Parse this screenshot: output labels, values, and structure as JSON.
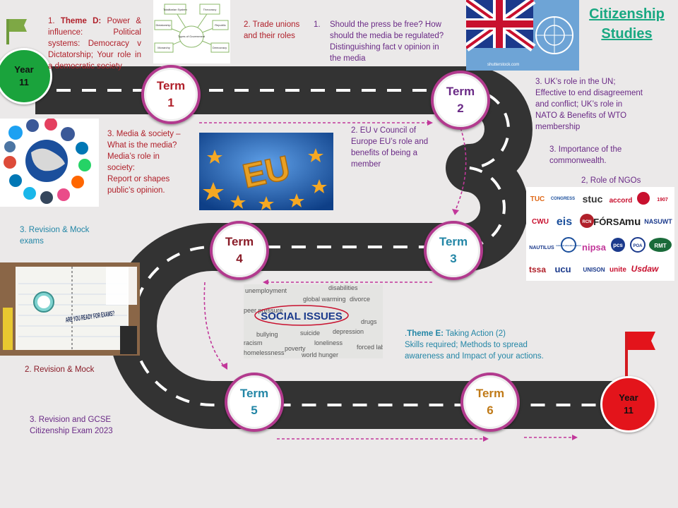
{
  "title_line1": "Citizenship",
  "title_line2": "Studies",
  "year_start": {
    "line1": "Year",
    "line2": "11",
    "color": "#1aa33c"
  },
  "year_end": {
    "line1": "Year",
    "line2": "11",
    "color": "#e3141b"
  },
  "terms": [
    {
      "label": "Term",
      "number": "1",
      "color": "#b0202a"
    },
    {
      "label": "Term",
      "number": "2",
      "color": "#6a2a86"
    },
    {
      "label": "Term",
      "number": "3",
      "color": "#2386a6"
    },
    {
      "label": "Term",
      "number": "4",
      "color": "#8a1c28"
    },
    {
      "label": "Term",
      "number": "5",
      "color": "#2386a6"
    },
    {
      "label": "Term",
      "number": "6",
      "color": "#c07a18"
    }
  ],
  "text": {
    "theme_d_prefix": "1. ",
    "theme_d_bold": "Theme D:",
    "theme_d_rest": " Power & influence: Political systems: Democracy v Dictatorship; Your role in a democratic society",
    "trade_unions": "2. Trade unions\nand their roles",
    "press_num": "1.",
    "press": "Should the press be  free? How\nshould the media be regulated?\nDistinguishing fact v opinion in\nthe media",
    "uk_un": "3. UK’s role in the UN;\nEffective to end disagreement\nand conflict; UK’s  role in\nNATO & Benefits of WTO\nmembership",
    "media_society": "3. Media & society –\nWhat is the media?\nMedia’s role in\nsociety:\nReport or shapes\npublic’s opinion.",
    "eu_council": "2. EU v Council of\nEurope  EU’s role and\nbenefits of being a\nmember",
    "commonwealth": "3. Importance of the\n commonwealth.",
    "ngos": "2, Role of NGOs",
    "revision_mock_1": "3. Revision & Mock\nexams",
    "revision_mock_2": "2. Revision & Mock",
    "theme_e_prefix": ".",
    "theme_e_bold": "Theme E:",
    "theme_e_rest": " Taking Action  (2)\nSkills required; Methods to spread\nawareness and  Impact of your actions.",
    "revision_gcse": "3. Revision and GCSE\nCitizenship Exam 2023"
  },
  "images": {
    "government_diagram": {
      "center": "Types of Government",
      "nodes": [
        "Totalitarian System",
        "Theocracy",
        "Dictatorship",
        "Republic",
        "Monarchy",
        "Democracy"
      ]
    },
    "eu": {
      "label": "EU"
    },
    "social_issues": {
      "headline": "SOCIAL ISSUES",
      "words": [
        "unemployment",
        "disabilities",
        "global warming",
        "divorce",
        "bullying",
        "suicide",
        "loneliness",
        "depression",
        "drugs",
        "racism",
        "poverty",
        "homelessness",
        "forced labour",
        "world hunger",
        "peer pressure"
      ]
    },
    "exam": {
      "text": "ARE YOU READY FOR EXAMS?"
    },
    "flag_caption": "shutterstock.com",
    "ngo_logos": [
      "TUC",
      "CONGRESS",
      "stuc",
      "accord",
      "1907",
      "CWU",
      "eis",
      "RCN",
      "FÓRSA",
      "mu",
      "NASUWT",
      "NAUTILUS",
      "national education union",
      "nipsa",
      "pcs",
      "POA",
      "RMT",
      "tssa",
      "ucu",
      "UNISON",
      "unite",
      "Usdaw"
    ]
  },
  "colors": {
    "road": "#333333",
    "road_dash": "#ffffff",
    "term_border": "#b23a8e",
    "arrow": "#c2379a",
    "background": "#ebe9e9"
  }
}
